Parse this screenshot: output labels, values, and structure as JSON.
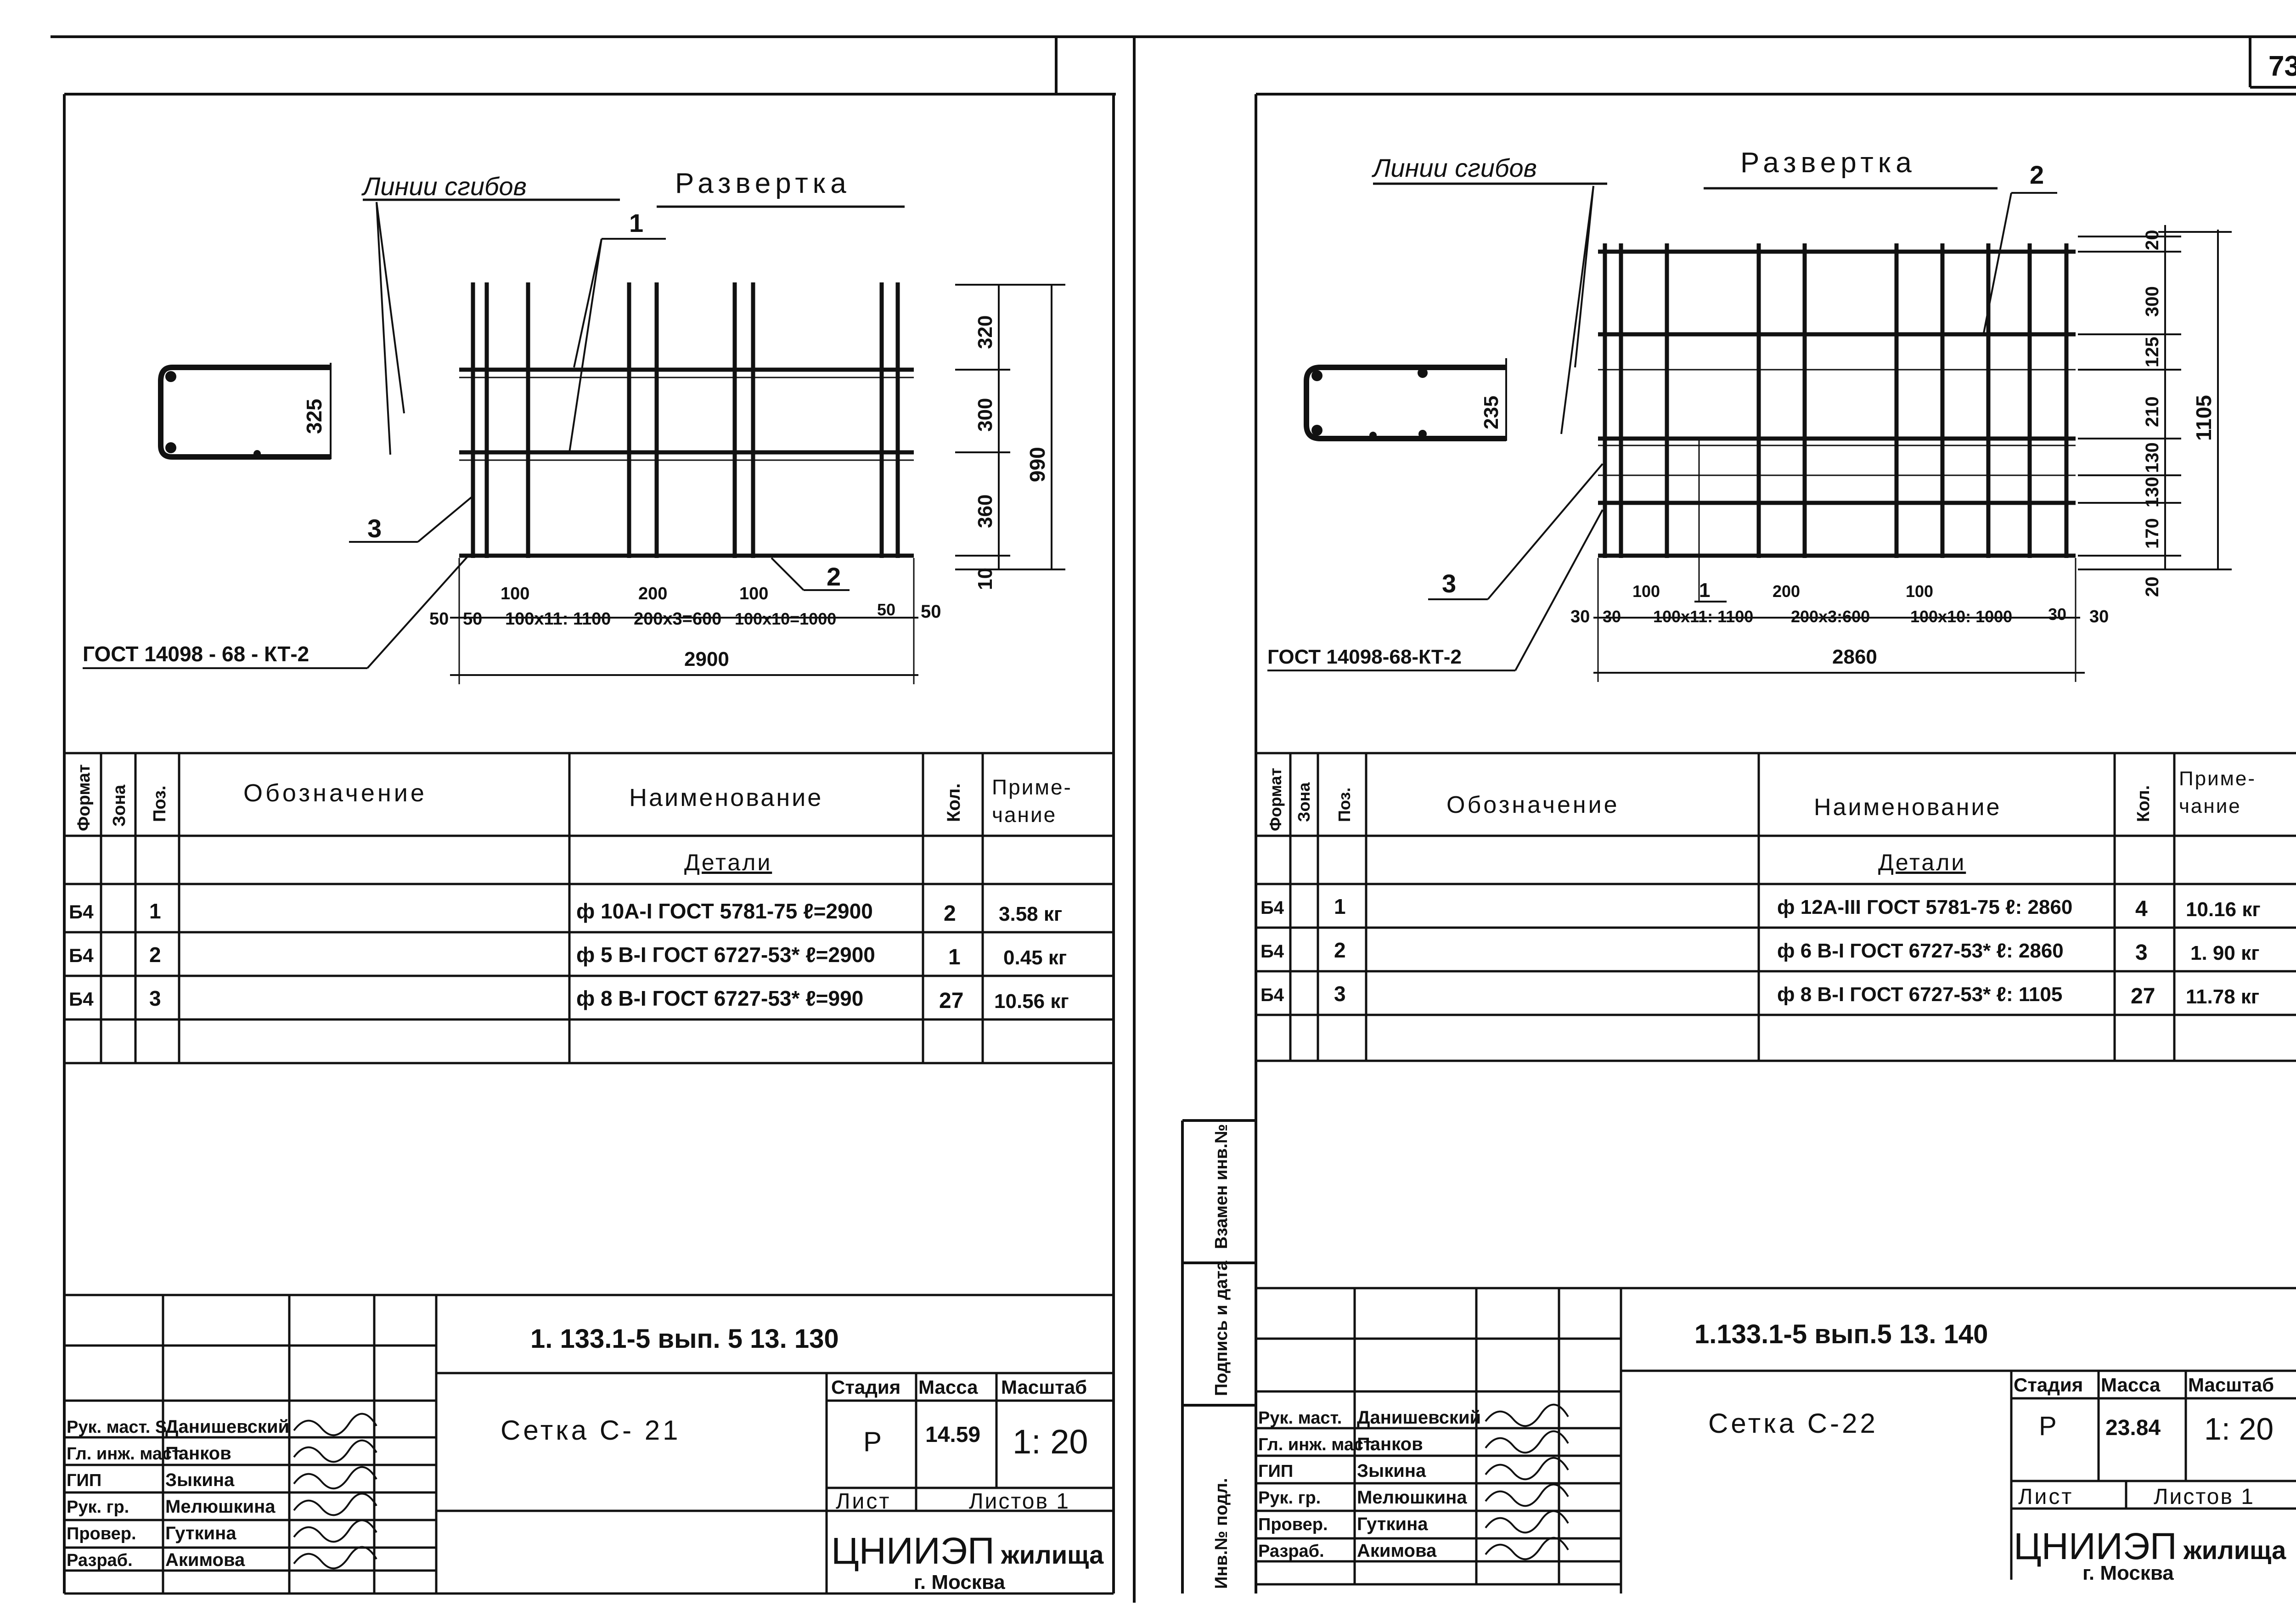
{
  "page_number": "73",
  "side_stamp": {
    "substituted_inventory": "Взамен инв.№",
    "signature_and_date": "Подпись и дата",
    "original_inventory": "Инв.№ подл."
  },
  "sheets": [
    {
      "drawing": {
        "bend_lines_label": "Линии сгибов",
        "title": "Развертка",
        "section_dim": "325",
        "callout_1": "1",
        "callout_2": "2",
        "callout_3": "3",
        "gost_label": "ГОСТ 14098 - 68 - КТ-2",
        "right_dims": [
          "320",
          "300",
          "360",
          "10"
        ],
        "right_total": "990",
        "bottom_dims": [
          "50",
          "50",
          "100x11: 1100",
          "200x3=600",
          "100x10=1000",
          "50",
          "50"
        ],
        "pitch_labels": [
          "100",
          "200",
          "100"
        ],
        "total_length": "2900"
      },
      "table": {
        "headers": {
          "format": "Формат",
          "zone": "Зона",
          "pos": "Поз.",
          "designation": "Обозначение",
          "name": "Наименование",
          "qty": "Кол.",
          "note": "Приме-\nчание"
        },
        "section": "Детали",
        "rows": [
          {
            "format": "Б4",
            "pos": "1",
            "name": "ф 10А-I ГОСТ 5781-75 ℓ=2900",
            "qty": "2",
            "note": "3.58 кг"
          },
          {
            "format": "Б4",
            "pos": "2",
            "name": "ф 5 В-I ГОСТ 6727-53* ℓ=2900",
            "qty": "1",
            "note": "0.45 кг"
          },
          {
            "format": "Б4",
            "pos": "3",
            "name": "ф 8 В-I ГОСТ 6727-53* ℓ=990",
            "qty": "27",
            "note": "10.56 кг"
          }
        ]
      },
      "title_block": {
        "doc_code": "1. 133.1-5 вып. 5  13. 130",
        "title": "Сетка   С- 21",
        "stage_label": "Стадия",
        "mass_label": "Масса",
        "scale_label": "Масштаб",
        "stage": "Р",
        "mass": "14.59",
        "scale": "1: 20",
        "sheet_label": "Лист",
        "sheets_label": "Листов 1",
        "org": "ЦНИИЭП",
        "org_suffix": "жилища",
        "city": "г. Москва",
        "staff": [
          {
            "role": "Рук. маст. S",
            "name": "Данишевский"
          },
          {
            "role": "Гл. инж. маст.",
            "name": "Панков"
          },
          {
            "role": "ГИП",
            "name": "Зыкина"
          },
          {
            "role": "Рук. гр.",
            "name": "Мелюшкина"
          },
          {
            "role": "Провер.",
            "name": "Гуткина"
          },
          {
            "role": "Разраб.",
            "name": "Акимова"
          }
        ]
      }
    },
    {
      "drawing": {
        "bend_lines_label": "Линии сгибов",
        "title": "Развертка",
        "section_dim": "235",
        "callout_1": "1",
        "callout_2": "2",
        "callout_3": "3",
        "gost_label": "ГОСТ 14098-68-КТ-2",
        "right_dims": [
          "20",
          "300",
          "125",
          "210",
          "130",
          "130",
          "170",
          "20"
        ],
        "right_total": "1105",
        "bottom_dims": [
          "30",
          "30",
          "100x11: 1100",
          "200x3:600",
          "100x10: 1000",
          "30",
          "30"
        ],
        "pitch_labels": [
          "100",
          "200",
          "100"
        ],
        "total_length": "2860"
      },
      "table": {
        "headers": {
          "format": "Формат",
          "zone": "Зона",
          "pos": "Поз.",
          "designation": "Обозначение",
          "name": "Наименование",
          "qty": "Кол.",
          "note": "Приме-\nчание"
        },
        "section": "Детали",
        "rows": [
          {
            "format": "Б4",
            "pos": "1",
            "name": "ф 12А-III ГОСТ 5781-75  ℓ: 2860",
            "qty": "4",
            "note": "10.16 кг"
          },
          {
            "format": "Б4",
            "pos": "2",
            "name": "ф 6 В-I ГОСТ 6727-53*  ℓ: 2860",
            "qty": "3",
            "note": "1. 90 кг"
          },
          {
            "format": "Б4",
            "pos": "3",
            "name": "ф 8 В-I ГОСТ 6727-53*  ℓ: 1105",
            "qty": "27",
            "note": "11.78 кг"
          }
        ]
      },
      "title_block": {
        "doc_code": "1.133.1-5   вып.5  13. 140",
        "title": "Сетка   С-22",
        "stage_label": "Стадия",
        "mass_label": "Масса",
        "scale_label": "Масштаб",
        "stage": "Р",
        "mass": "23.84",
        "scale": "1: 20",
        "sheet_label": "Лист",
        "sheets_label": "Листов 1",
        "org": "ЦНИИЭП",
        "org_suffix": "жилища",
        "city": "г. Москва",
        "staff": [
          {
            "role": "Рук. маст.",
            "name": "Данишевский"
          },
          {
            "role": "Гл. инж. маст.",
            "name": "Панков"
          },
          {
            "role": "ГИП",
            "name": "Зыкина"
          },
          {
            "role": "Рук. гр.",
            "name": "Мелюшкина"
          },
          {
            "role": "Провер.",
            "name": "Гуткина"
          },
          {
            "role": "Разраб.",
            "name": "Акимова"
          }
        ]
      }
    }
  ]
}
